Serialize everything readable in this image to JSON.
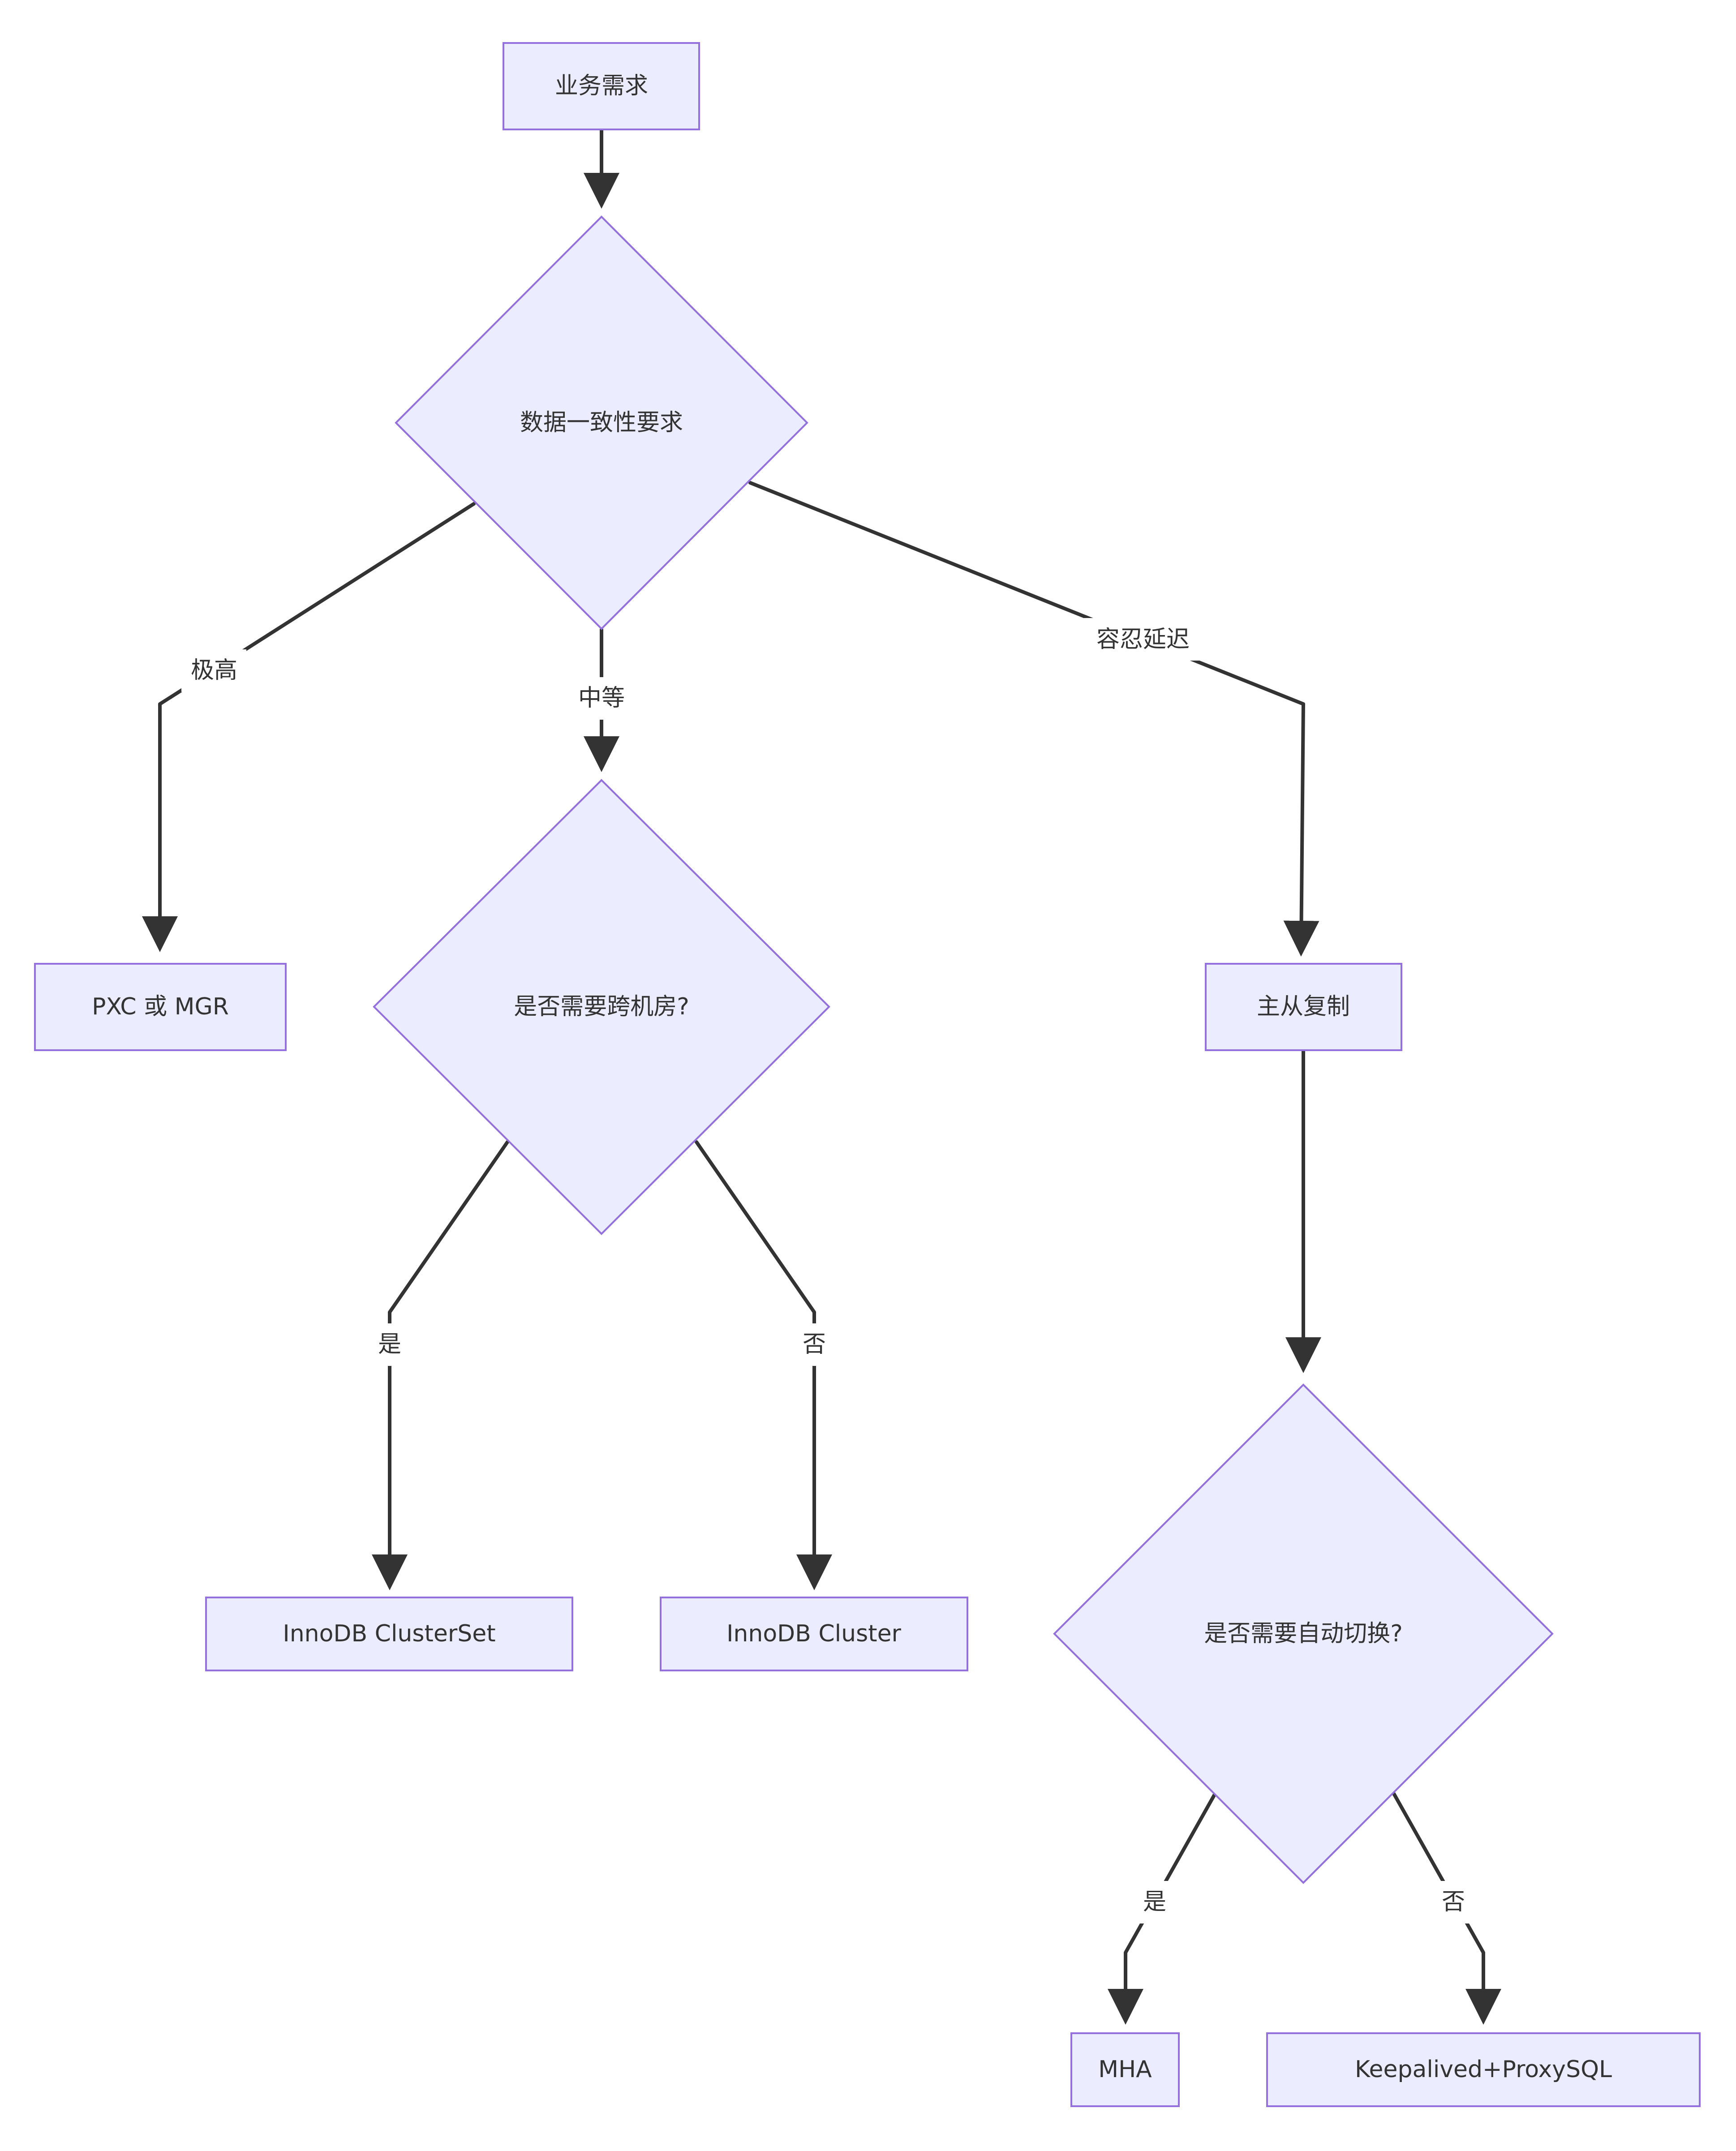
{
  "nodes": {
    "start": "业务需求",
    "consistency": "数据一致性要求",
    "pxc_mgr": "PXC 或 MGR",
    "cross_dc": "是否需要跨机房?",
    "master_slave": "主从复制",
    "clusterset": "InnoDB ClusterSet",
    "cluster": "InnoDB Cluster",
    "auto_failover": "是否需要自动切换?",
    "mha": "MHA",
    "keepalived": "Keepalived+ProxySQL"
  },
  "edge_labels": {
    "very_high": "极高",
    "medium": "中等",
    "tolerate_delay": "容忍延迟",
    "cross_yes": "是",
    "cross_no": "否",
    "auto_yes": "是",
    "auto_no": "否"
  },
  "colors": {
    "node_fill": "#ECECFF",
    "node_stroke": "#9370DB",
    "edge": "#333333",
    "text": "#333333"
  }
}
